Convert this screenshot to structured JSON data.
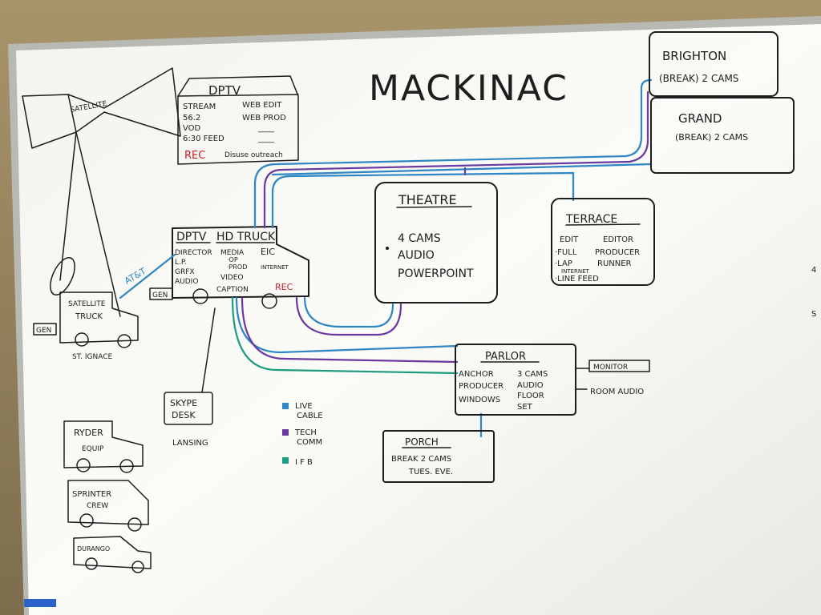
{
  "title": "MACKINAC",
  "satellite": {
    "label": "SATELLITE"
  },
  "dptv": {
    "title": "DPTV",
    "left_lines": [
      "STREAM",
      "56.2",
      "VOD",
      "6:30 FEED"
    ],
    "right_lines": [
      "WEB EDIT",
      "WEB PROD",
      "____",
      "____"
    ],
    "rec": "REC",
    "footer": "Disuse outreach"
  },
  "hd_truck": {
    "title_a": "DPTV",
    "title_b": "HD TRUCK",
    "col1": [
      "DIRECTOR",
      "L.P.",
      "GRFX",
      "AUDIO"
    ],
    "col2": [
      "MEDIA",
      "·OP",
      "·PROD",
      "VIDEO",
      "CAPTION"
    ],
    "col3": [
      "EIC",
      "INTERNET"
    ],
    "rec": "REC",
    "gen": "GEN"
  },
  "att": "AT&T",
  "satellite_truck": {
    "line1": "SATELLITE",
    "line2": "TRUCK",
    "gen": "GEN",
    "location": "ST. IGNACE"
  },
  "skype": {
    "line1": "SKYPE",
    "line2": "DESK",
    "location": "LANSING"
  },
  "theatre": {
    "title": "THEATRE",
    "lines": [
      "4 CAMS",
      "AUDIO",
      "POWERPOINT"
    ]
  },
  "terrace": {
    "title": "TERRACE",
    "col1": [
      "EDIT",
      "·FULL",
      "·LAP",
      "INTERNET",
      "·LINE FEED"
    ],
    "col2": [
      "EDITOR",
      "PRODUCER",
      "RUNNER"
    ]
  },
  "brighton": {
    "title": "BRIGHTON",
    "sub": "(BREAK) 2 CAMS"
  },
  "grand": {
    "title": "GRAND",
    "sub": "(BREAK) 2 CAMS"
  },
  "parlor": {
    "title": "PARLOR",
    "col1": [
      "ANCHOR",
      "PRODUCER",
      "WINDOWS"
    ],
    "col2": [
      "3 CAMS",
      "AUDIO",
      "FLOOR",
      "SET"
    ],
    "monitor": "MONITOR",
    "room_audio": "ROOM AUDIO"
  },
  "porch": {
    "title": "PORCH",
    "line1": "BREAK 2 CAMS",
    "line2": "TUES. EVE."
  },
  "legend": [
    {
      "label1": "LIVE",
      "label2": "CABLE",
      "color": "#2f86c4"
    },
    {
      "label1": "TECH",
      "label2": "COMM",
      "color": "#6a3aa0"
    },
    {
      "label1": "I F B",
      "label2": "",
      "color": "#1e9c82"
    }
  ],
  "vehicles": [
    {
      "line1": "RYDER",
      "line2": "EQUIP"
    },
    {
      "line1": "SPRINTER",
      "line2": "CREW"
    },
    {
      "line1": "DURANGO",
      "line2": ""
    }
  ]
}
